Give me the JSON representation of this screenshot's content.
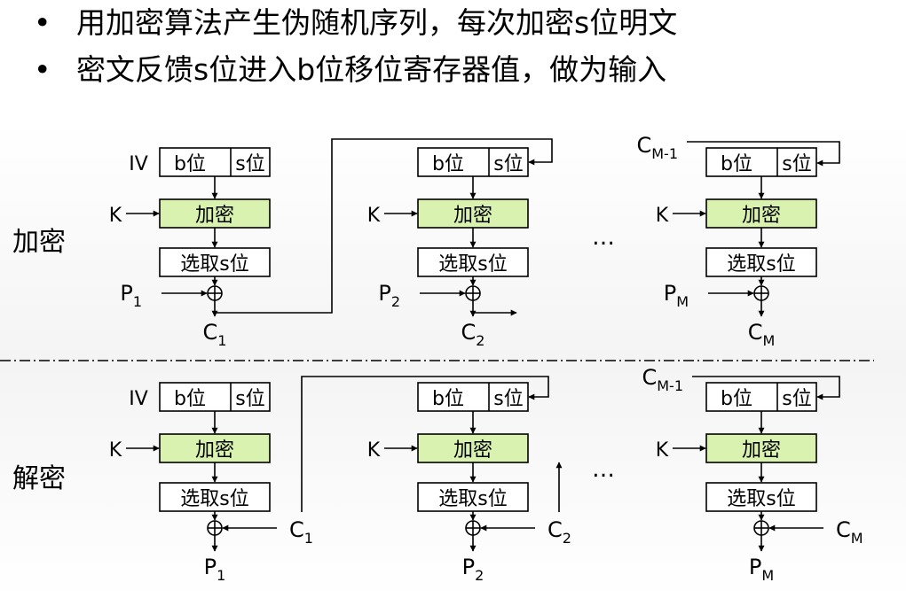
{
  "bullets": [
    "用加密算法产生伪随机序列，每次加密s位明文",
    "密文反馈s位进入b位移位寄存器值，做为输入"
  ],
  "sections": {
    "encrypt": "加密",
    "decrypt": "解密"
  },
  "blocks": {
    "b_bits": "b位",
    "s_bits": "s位",
    "encrypt_box": "加密",
    "select_box": "选取s位"
  },
  "symbols": {
    "iv": "IV",
    "key": "K",
    "ellipsis": "…",
    "xor": "⊕"
  },
  "encryption_stages": [
    {
      "input": "IV",
      "plain_main": "P",
      "plain_sub": "1",
      "cipher_main": "C",
      "cipher_sub": "1"
    },
    {
      "input": "",
      "plain_main": "P",
      "plain_sub": "2",
      "cipher_main": "C",
      "cipher_sub": "2"
    },
    {
      "input_main": "C",
      "input_sub": "M-1",
      "plain_main": "P",
      "plain_sub": "M",
      "cipher_main": "C",
      "cipher_sub": "M"
    }
  ],
  "decryption_stages": [
    {
      "input": "IV",
      "cipher_main": "C",
      "cipher_sub": "1",
      "plain_main": "P",
      "plain_sub": "1"
    },
    {
      "input": "",
      "cipher_main": "C",
      "cipher_sub": "2",
      "plain_main": "P",
      "plain_sub": "2"
    },
    {
      "input_main": "C",
      "input_sub": "M-1",
      "cipher_main": "C",
      "cipher_sub": "M",
      "plain_main": "P",
      "plain_sub": "M"
    }
  ],
  "colors": {
    "encrypt_box": "#d9f2b0",
    "line": "#000000"
  }
}
